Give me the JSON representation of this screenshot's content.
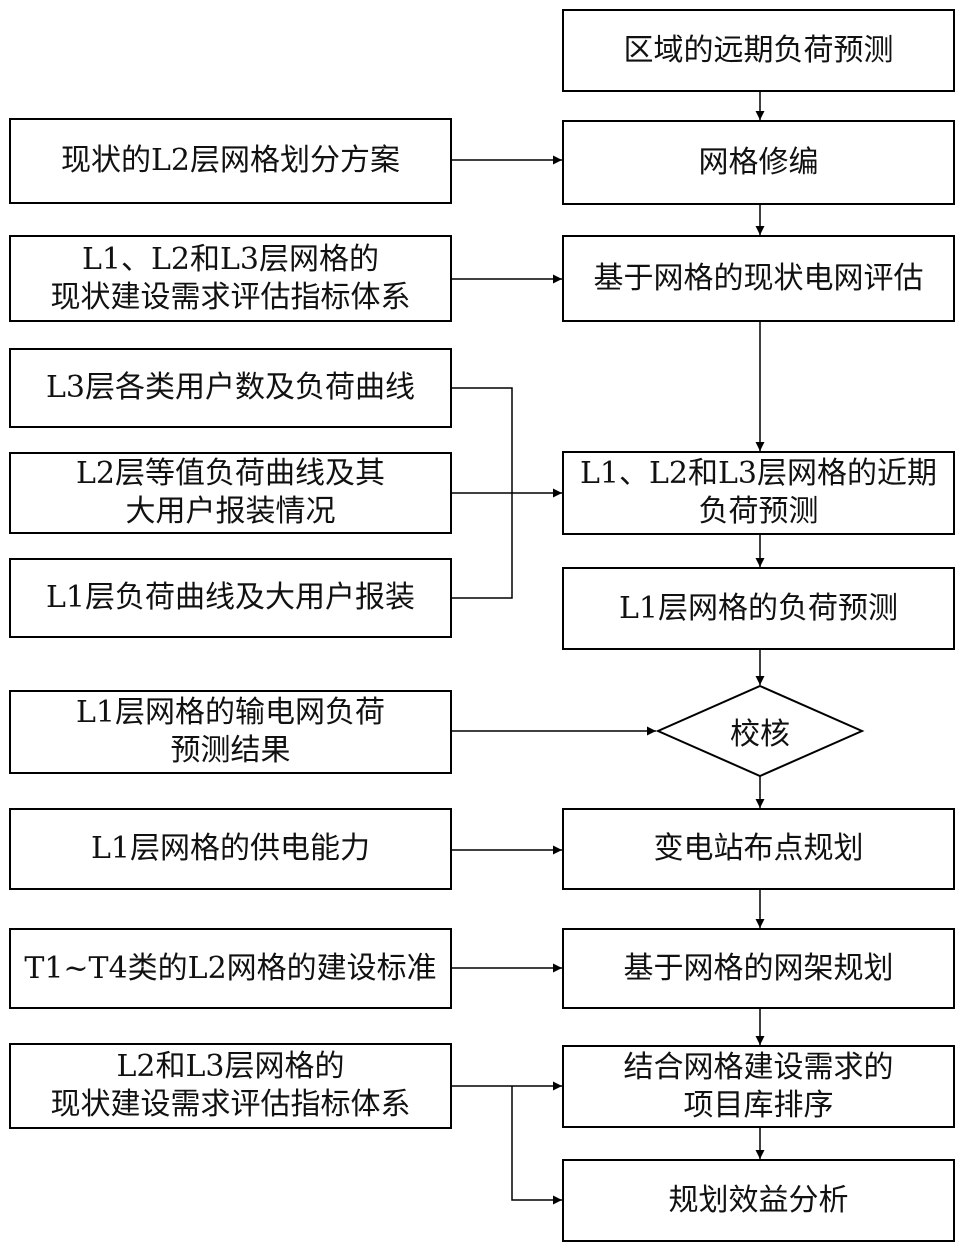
{
  "main_flow": {
    "regional_forecast": "区域的远期负荷预测",
    "grid_revision": "网格修编",
    "grid_assessment": "基于网格的现状电网评估",
    "near_term_forecast": "L1、L2和L3层网格的近期\n负荷预测",
    "l1_forecast": "L1层网格的负荷预测",
    "verify": "校核",
    "substation_planning": "变电站布点规划",
    "network_planning": "基于网格的网架规划",
    "project_ranking": "结合网格建设需求的\n项目库排序",
    "benefit_analysis": "规划效益分析"
  },
  "inputs": {
    "l2_partition": "现状的L2层网格划分方案",
    "index_system_l123": "L1、L2和L3层网格的\n现状建设需求评估指标体系",
    "l3_users_curves": "L3层各类用户数及负荷曲线",
    "l2_curves": "L2层等值负荷曲线及其\n大用户报装情况",
    "l1_curves": "L1层负荷曲线及大用户报装",
    "transmission_forecast": "L1层网格的输电网负荷\n预测结果",
    "l1_capacity": "L1层网格的供电能力",
    "construction_standard": "T1~T4类的L2网格的建设标准",
    "index_system_l23": "L2和L3层网格的\n现状建设需求评估指标体系"
  }
}
